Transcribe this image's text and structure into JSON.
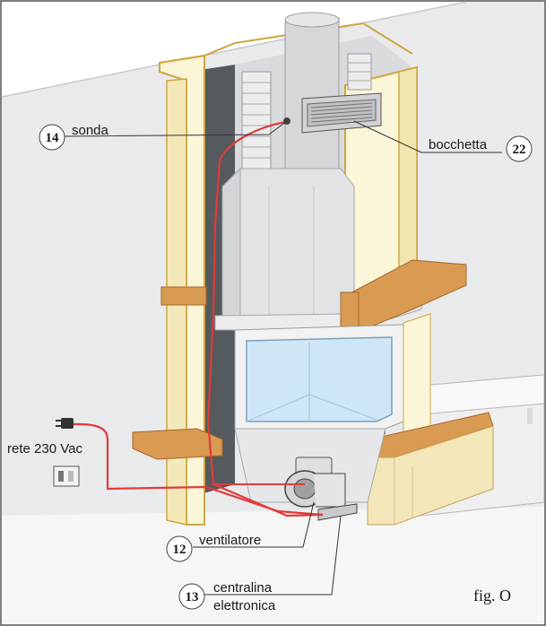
{
  "figure": {
    "caption": "fig. O"
  },
  "callouts": [
    {
      "number": "14",
      "label": "sonda"
    },
    {
      "number": "22",
      "label": "bocchetta"
    },
    {
      "number": "12",
      "label": "ventilatore"
    },
    {
      "number": "13",
      "label_line1": "centralina",
      "label_line2": "elettronica"
    }
  ],
  "power": {
    "label": "rete 230 Vac"
  },
  "colors": {
    "wall": "#e9eaec",
    "panel": "#fbf6d8",
    "panel_edge": "#cfa640",
    "wood": "#d99a52",
    "steel": "#e0e2e4",
    "glass": "#cfe6f6",
    "cable": "#e23a3a"
  }
}
